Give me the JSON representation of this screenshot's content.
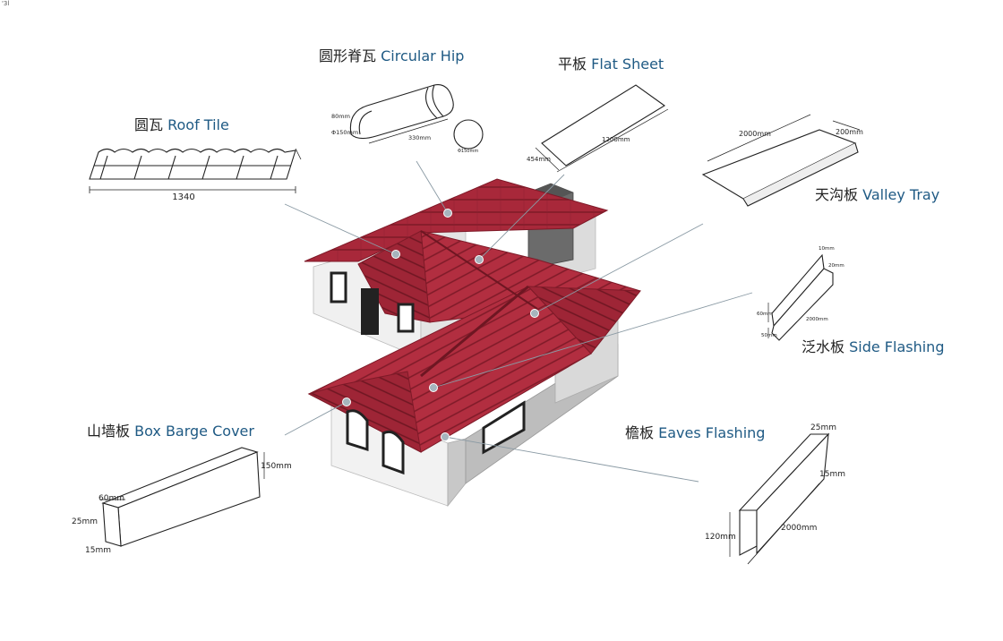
{
  "corner_mark": "'3l",
  "components": {
    "roof_tile": {
      "zh": "圆瓦",
      "en": "Roof Tile",
      "dims": [
        "1340"
      ]
    },
    "circular_hip": {
      "zh": "圆形脊瓦",
      "en": "Circular Hip",
      "dims": [
        "80mm",
        "Φ150mm",
        "330mm",
        "Φ150mm"
      ]
    },
    "flat_sheet": {
      "zh": "平板",
      "en": "Flat Sheet",
      "dims": [
        "454mm",
        "1200mm"
      ]
    },
    "valley_tray": {
      "zh": "天沟板",
      "en": "Valley Tray",
      "dims": [
        "2000mm",
        "200mm"
      ]
    },
    "side_flashing": {
      "zh": "泛水板",
      "en": "Side Flashing",
      "dims": [
        "10mm",
        "20mm",
        "60mm",
        "2000mm",
        "50mm"
      ]
    },
    "box_barge": {
      "zh": "山墙板",
      "en": "Box Barge Cover",
      "dims": [
        "60mm",
        "150mm",
        "25mm",
        "15mm"
      ]
    },
    "eaves_flashing": {
      "zh": "檐板",
      "en": "Eaves Flashing",
      "dims": [
        "25mm",
        "15mm",
        "120mm",
        "2000mm"
      ]
    }
  },
  "colors": {
    "roof": "#a8283a",
    "roof_dark": "#7e1a28",
    "wall": "#f2f2f2",
    "wall_shadow": "#cfcfcf",
    "leader": "#8a9aa4",
    "label_en": "#1f5a84"
  }
}
